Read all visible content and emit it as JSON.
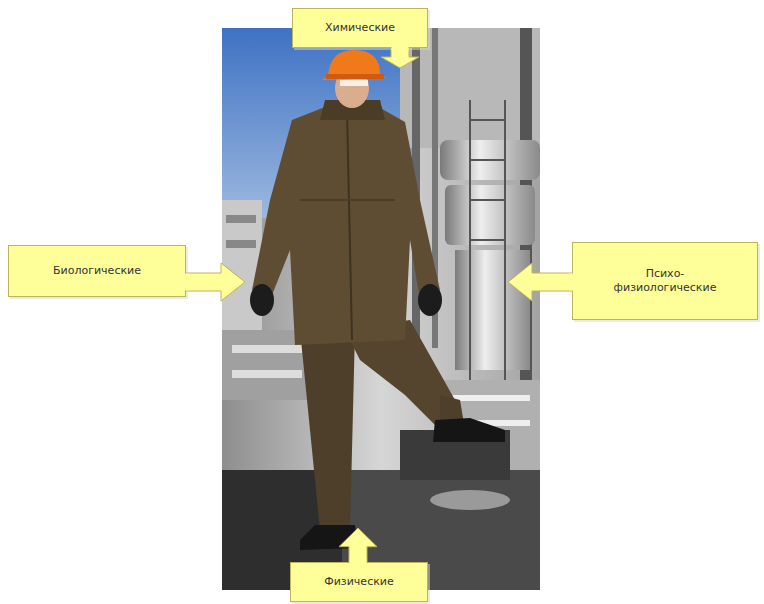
{
  "diagram": {
    "nodes": [
      {
        "text": [
          "Химические"
        ]
      },
      {
        "text": [
          "Биологические"
        ]
      },
      {
        "text": [
          "Психо- физиологические"
        ]
      },
      {
        "text": [
          "Физические"
        ]
      }
    ]
  }
}
